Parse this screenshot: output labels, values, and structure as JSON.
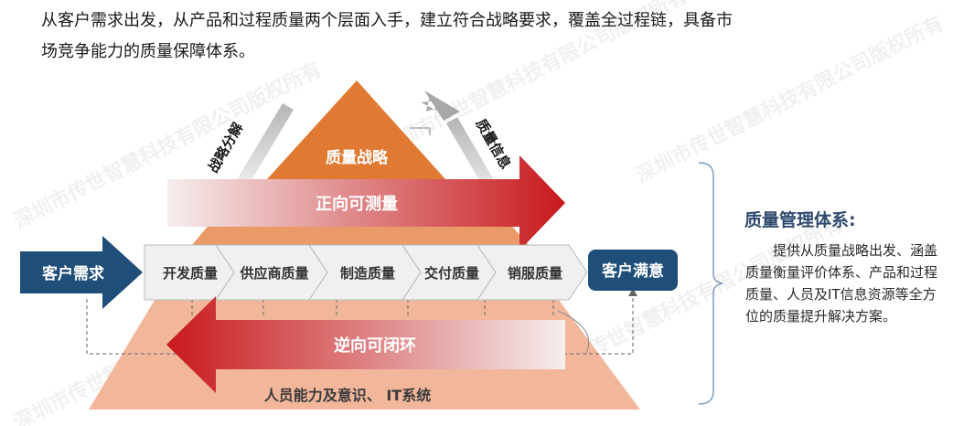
{
  "intro": {
    "line1": "从客户需求出发，从产品和过程质量两个层面入手，建立符合战略要求，覆盖全过程链，具备市",
    "line2": "场竞争能力的质量保障体系。"
  },
  "pyramid": {
    "top_label": "质量战略",
    "bottom_label": "人员能力及意识、  IT系统"
  },
  "diag_labels": {
    "left": "战略分解",
    "right": "质量信息"
  },
  "arrows": {
    "forward": "正向可测量",
    "reverse": "逆向可闭环",
    "input": "客户需求",
    "output": "客户满意"
  },
  "process_steps": [
    "开发质量",
    "供应商质量",
    "制造质量",
    "交付质量",
    "销服质量"
  ],
  "side": {
    "title": "质量管理体系:",
    "body": "提供从质量战略出发、涵盖质量衡量评价体系、产品和过程质量、人员及IT信息资源等全方位的质量提升解决方案。"
  },
  "watermark": "深圳市传世智慧科技有限公司版权所有",
  "colors": {
    "pyramid_top": "#e07a33",
    "pyramid_bottom": "#f2b79b",
    "navy": "#1f4e79",
    "red": "#c8191d",
    "step_fill": "#f0f0f0"
  }
}
